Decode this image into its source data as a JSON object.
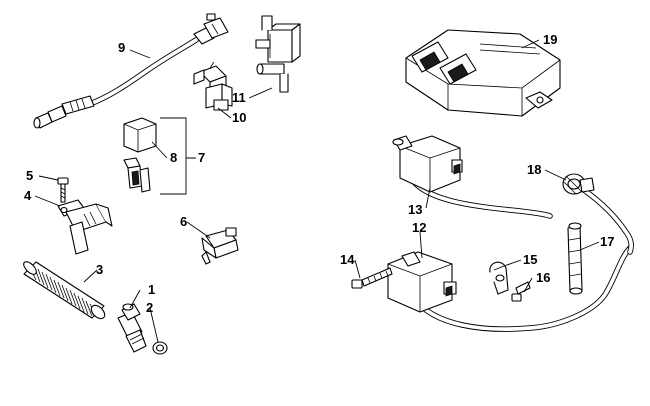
{
  "callouts": {
    "c1": "1",
    "c2": "2",
    "c3": "3",
    "c4": "4",
    "c5": "5",
    "c6": "6",
    "c7": "7",
    "c8": "8",
    "c9": "9",
    "c10": "10",
    "c11": "11",
    "c12": "12",
    "c13": "13",
    "c14": "14",
    "c15": "15",
    "c16": "16",
    "c17": "17",
    "c18": "18",
    "c19": "19"
  },
  "colors": {
    "background": "#ffffff",
    "ink": "#000000"
  }
}
